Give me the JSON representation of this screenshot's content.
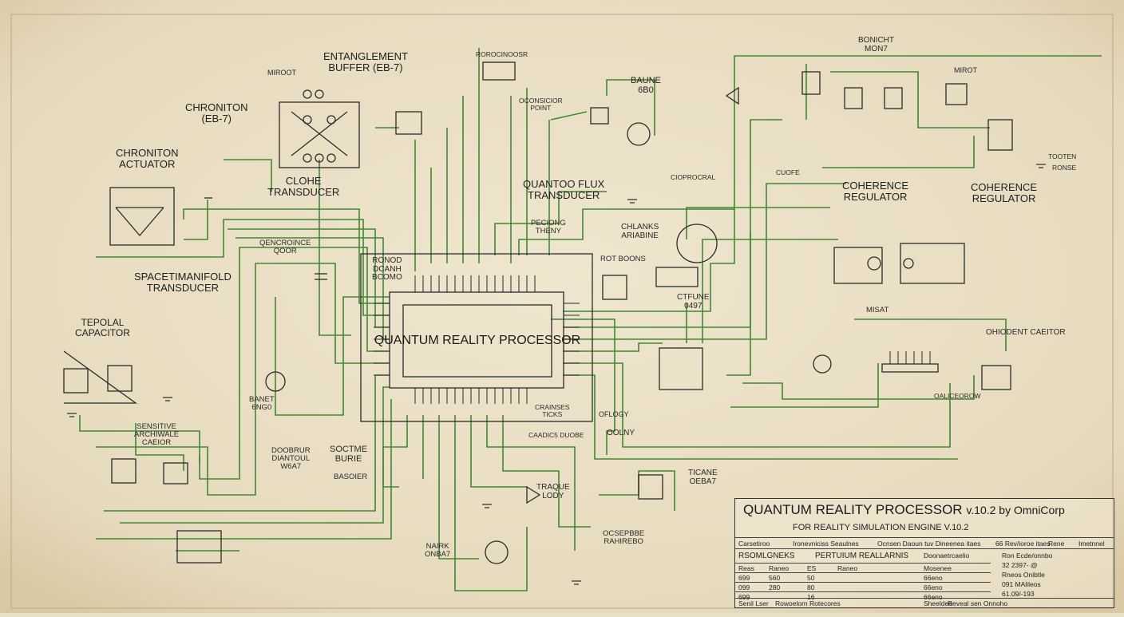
{
  "diagram": {
    "title": "QUANTUM REALITY PROCESSOR",
    "labels": {
      "entanglement_buffer": "ENTANGLEMENT\nBUFFER (EB-7)",
      "chroniton_eb7": "CHRONITON\n(EB-7)",
      "chroniton_actuator": "CHRONITON\nACTUATOR",
      "spacetime_transducer": "SPACETIMANIFOLD\nTRANSDUCER",
      "tepolal_capacitor": "TEPOLAL\nCAPACITOR",
      "cloche_transducer": "CLOHE\nTRANSDUCER",
      "quantum_flux_transducer": "QUANTOO FLUX\nTRANSDUCER",
      "baune": "BAUNE\n6B0",
      "bonicht": "BONICHT\nMON7",
      "coherence_regulator_1": "COHERENCE\nREGULATOR",
      "coherence_regulator_2": "COHERENCE\nREGULATOR",
      "chlanks_aribine": "CHLANKS\nARIABINE",
      "ctfune": "CTFUNE\n0497",
      "misat": "MISAT",
      "ohiodient_caeitor": "OHIODENT CAEITOR",
      "rondo_bcomo": "RONOD\nDCANH\nBCOMO",
      "rot_boons": "ROT BOONS",
      "baiet": "BANET\n6NG0",
      "sensitive_carnior": "SENSITIVE\nARCHIWALE\nCAEIOR",
      "doobrur": "DOOBRUR\nDIANTOUL\nW6A7",
      "soctme_burie": "SOCTME\nBURIE",
      "basoier": "BASOIER",
      "traque_lody": "TRAQUE\nLODY",
      "ticane_oeba7": "TICANE\nOEBA7",
      "ocsepbbe": "OCSEPBBE\nRAHIREBO",
      "nairk_onbaz": "NAIRK\nONBA7",
      "oolny": "OOLNY",
      "ofloghy": "OFLOGY",
      "pecioing": "PECIONG\nTHENY",
      "qencroinge": "QENCROINCE\nQOOR",
      "mirot": "MIROOT",
      "mirot2": "MIROT",
      "oconsicior": "OCONSICIOR\nPOINT"
    },
    "small": {
      "s1": "ROROCINOOSR",
      "s2": "CIOPROCRAL",
      "s3": "CAADIC5 DUOBE",
      "s4": "CRAINSES\nTICKS",
      "s5": "CUOFE",
      "s6": "OALICEOROW",
      "s7": "TOOTEN",
      "s8": "RONSE"
    }
  },
  "title_block": {
    "title": "QUANTUM REALITY PROCESSOR",
    "version": "v.10.2 by OmniCorp",
    "subtitle": "FOR REALITY SIMULATION ENGINE V.10.2",
    "header_row": [
      "Carsetiroo",
      "Ironevniciss Seaulnes",
      "Ocnsen Daoun tuv Dineenea itaes",
      "66 Rev/ioroe itaes",
      "Rene",
      "Imetnnel"
    ],
    "row2": [
      "RSOMLGNEKS",
      "PERTUIUM REALLARNIS",
      "Doonaetrcaelio",
      "Ron Ecde/onnbo"
    ],
    "rows": [
      [
        "Reas",
        "Raneo",
        "ES",
        "Raneo",
        "Mosenee"
      ],
      [
        "699",
        "560",
        "50",
        "",
        "66eno"
      ],
      [
        "099",
        "280",
        "80",
        "",
        "66eno"
      ],
      [
        "699",
        "",
        "16",
        "",
        "66eno"
      ]
    ],
    "right_col": [
      "32 2397- @",
      "Rneos Onibtle",
      "091 MAlileos",
      "61.09/-193"
    ],
    "footer": [
      "Senil Lser",
      "Rowoelorn Rotecores",
      "Sheeldeo",
      "Reveal sen Onnoho"
    ]
  }
}
